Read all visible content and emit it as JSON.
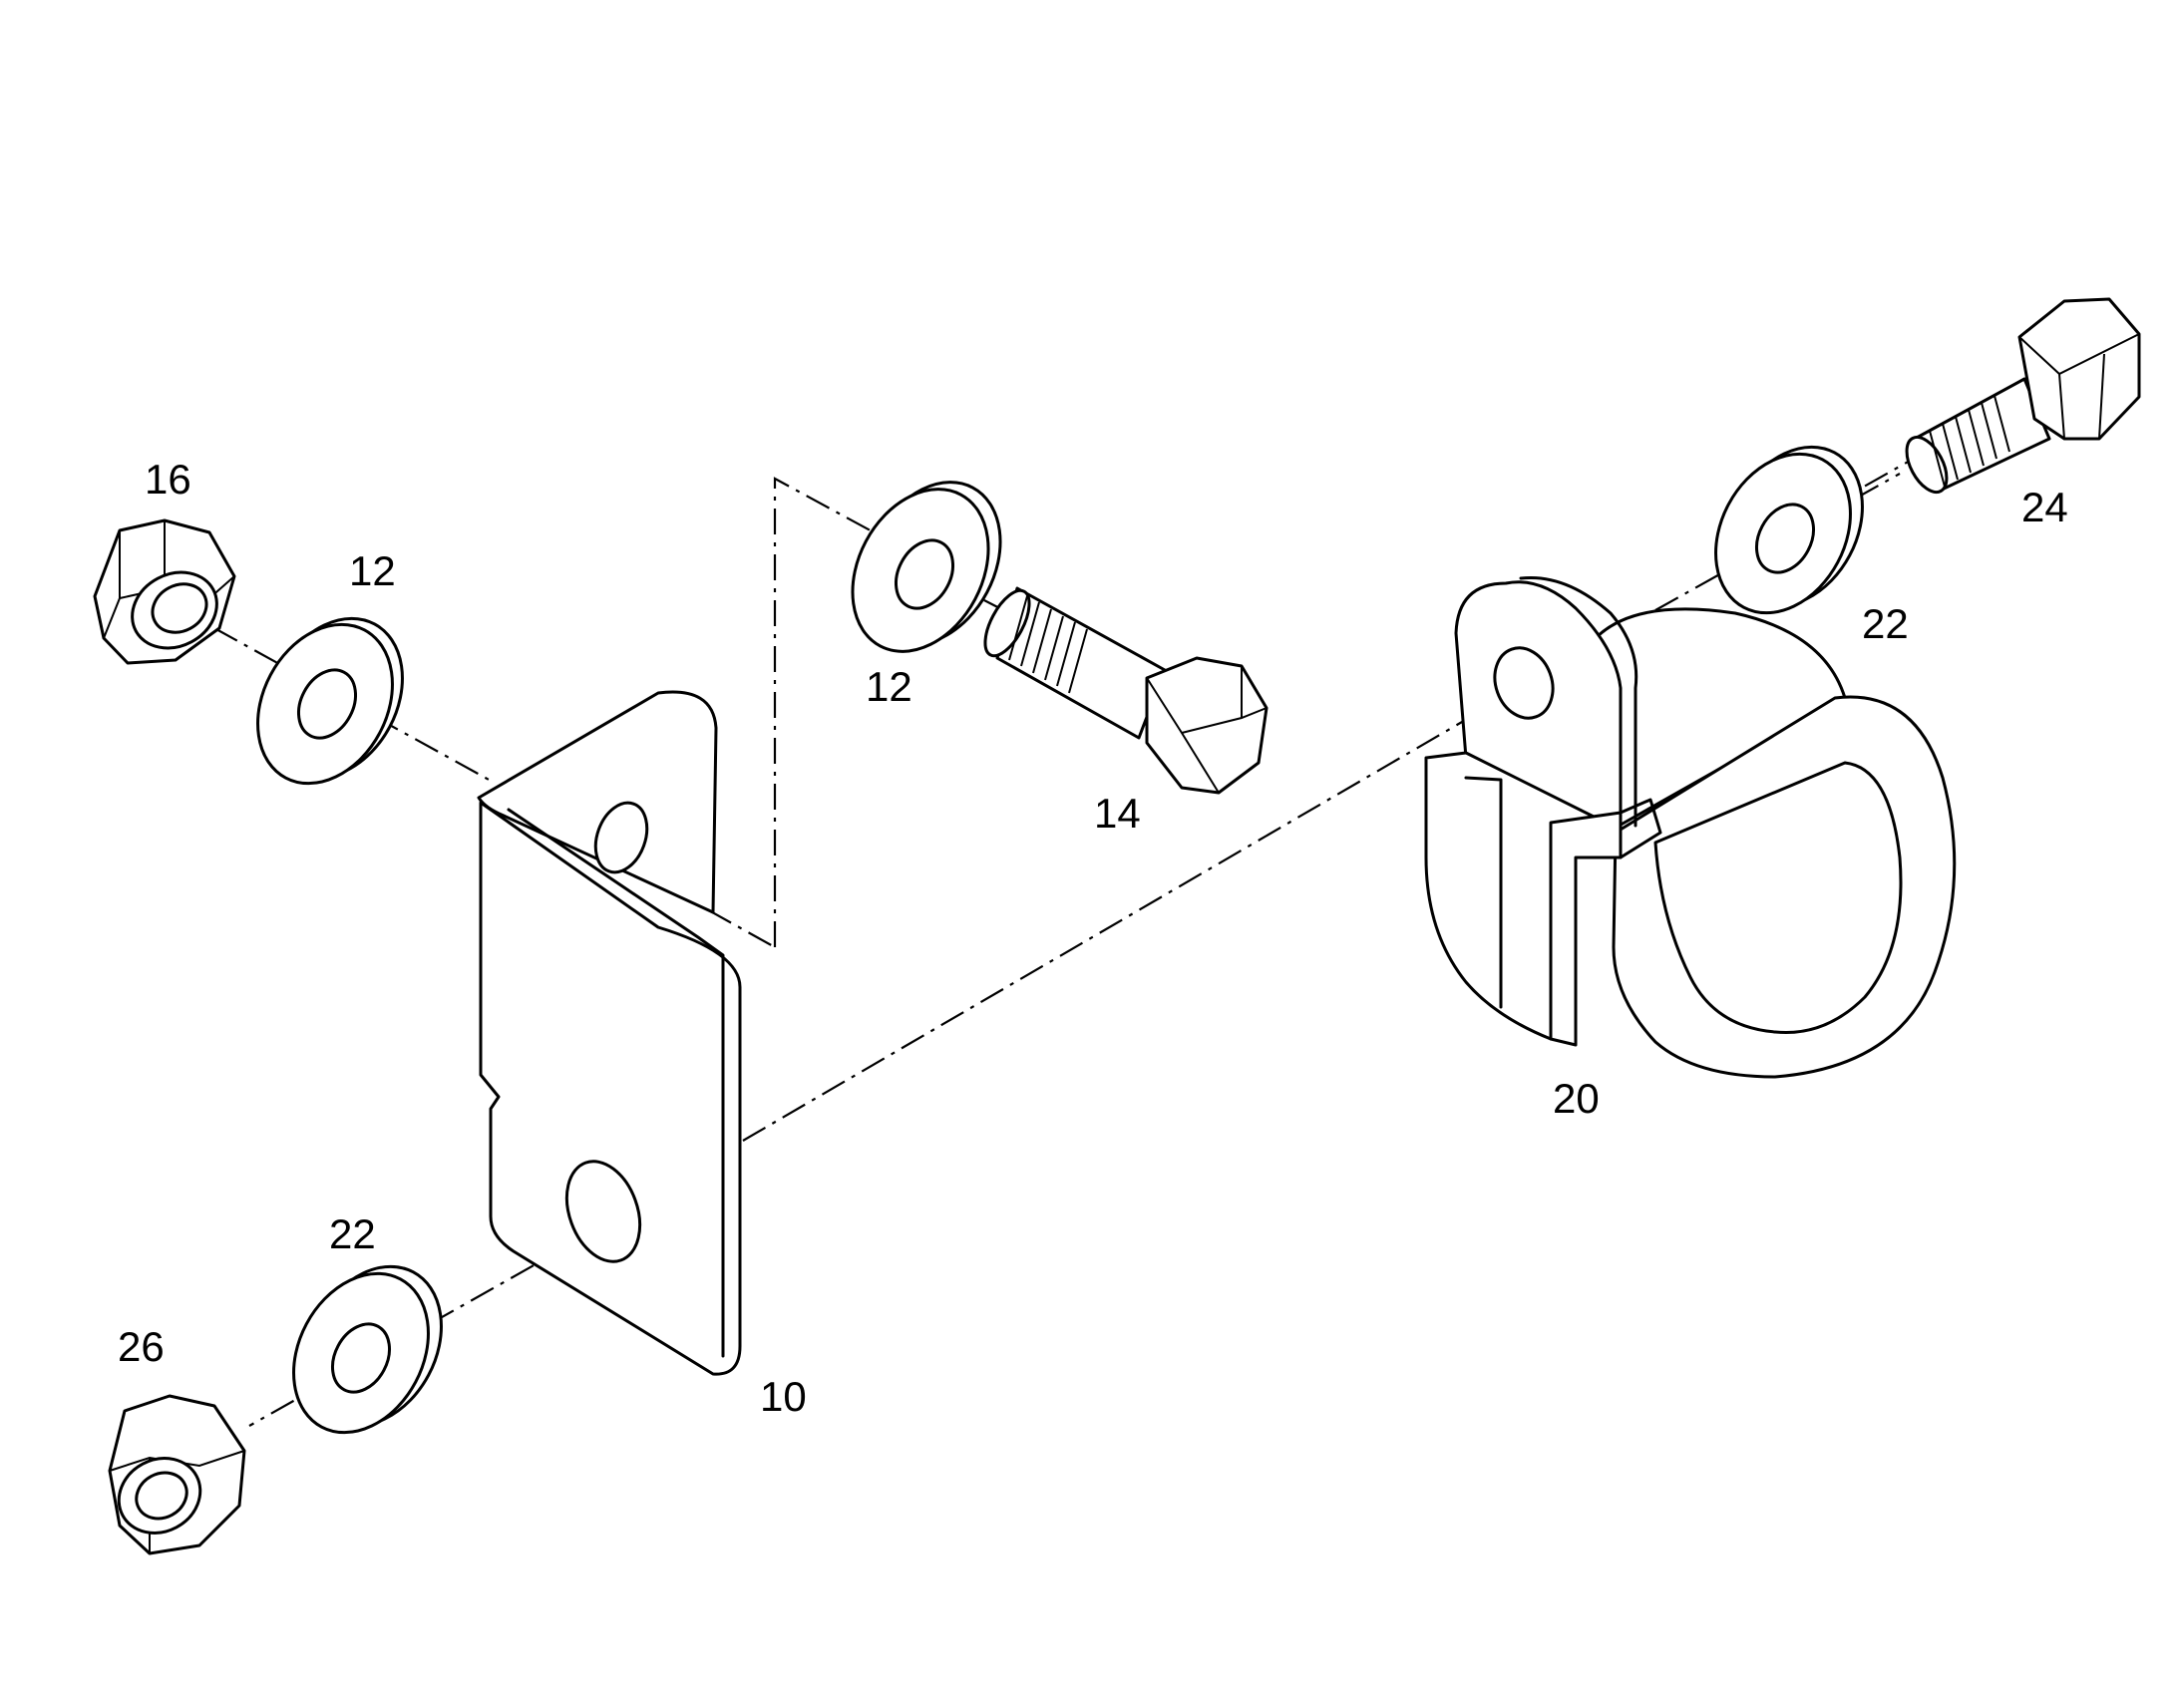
{
  "diagram": {
    "callouts": {
      "nut_top_left": "16",
      "washer_top_left": "12",
      "washer_center": "12",
      "bolt_center": "14",
      "bracket": "10",
      "washer_bottom_left": "22",
      "nut_bottom_left": "26",
      "clamp": "20",
      "washer_right": "22",
      "bolt_right": "24"
    }
  }
}
